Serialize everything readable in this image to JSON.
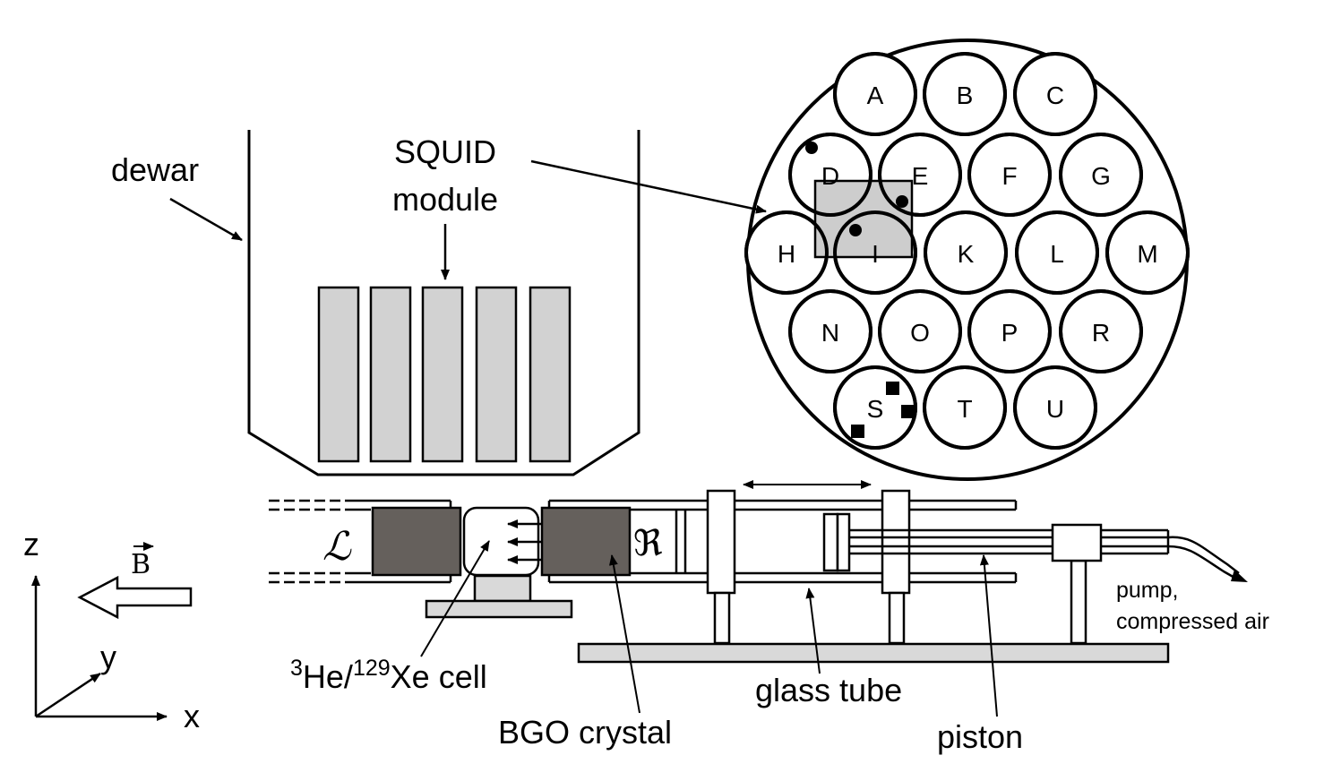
{
  "labels": {
    "dewar": "dewar",
    "squid_line1": "SQUID",
    "squid_line2": "module",
    "cell_sup1": "3",
    "cell_he": "He/",
    "cell_sup2": "129",
    "cell_xe": "Xe cell",
    "bgo": "BGO crystal",
    "glass_tube": "glass tube",
    "piston": "piston",
    "pump_line1": "pump,",
    "pump_line2": "compressed air",
    "left_symbol": "ℒ",
    "right_symbol": "ℜ",
    "axis_z": "z",
    "axis_y": "y",
    "axis_x": "x",
    "field_B": "B"
  },
  "channels": [
    {
      "id": "A"
    },
    {
      "id": "B"
    },
    {
      "id": "C"
    },
    {
      "id": "D"
    },
    {
      "id": "E"
    },
    {
      "id": "F"
    },
    {
      "id": "G"
    },
    {
      "id": "H"
    },
    {
      "id": "I"
    },
    {
      "id": "K"
    },
    {
      "id": "L"
    },
    {
      "id": "M"
    },
    {
      "id": "N"
    },
    {
      "id": "O"
    },
    {
      "id": "P"
    },
    {
      "id": "R"
    },
    {
      "id": "S"
    },
    {
      "id": "T"
    },
    {
      "id": "U"
    }
  ],
  "colors": {
    "line": "#000000",
    "squid_fill": "#d2d2d2",
    "crystal_fill": "#65605c",
    "base_fill": "#d9d9d9",
    "highlight_fill": "#c4c4c4"
  }
}
